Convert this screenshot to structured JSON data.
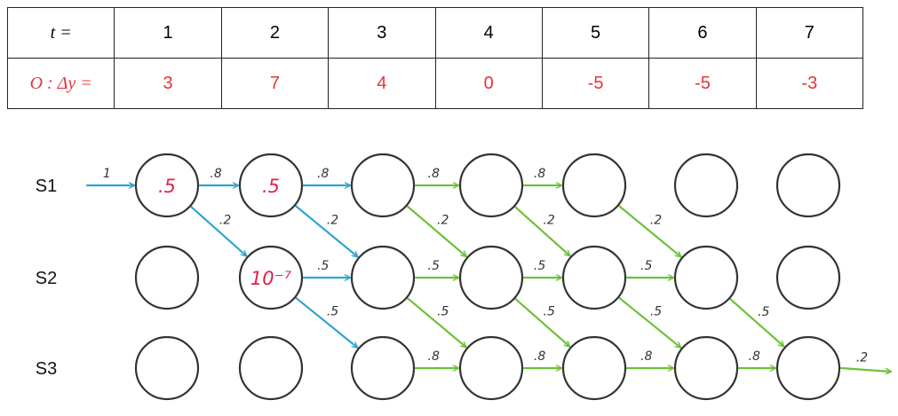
{
  "table": {
    "time_header": "t =",
    "obs_header": "O :  Δy =",
    "times": [
      "1",
      "2",
      "3",
      "4",
      "5",
      "6",
      "7"
    ],
    "observations": [
      "3",
      "7",
      "4",
      "0",
      "-5",
      "-5",
      "-3"
    ]
  },
  "states": [
    "S1",
    "S2",
    "S3"
  ],
  "node_values": [
    {
      "state": 0,
      "t": 0,
      "text": ".5"
    },
    {
      "state": 0,
      "t": 1,
      "text": ".5"
    },
    {
      "state": 1,
      "t": 1,
      "text": "10⁻⁷"
    }
  ],
  "edges": [
    {
      "from": "start",
      "to": [
        0,
        0
      ],
      "label": "1",
      "color": "blue"
    },
    {
      "from": [
        0,
        0
      ],
      "to": [
        0,
        1
      ],
      "label": ".8",
      "color": "blue"
    },
    {
      "from": [
        0,
        0
      ],
      "to": [
        1,
        1
      ],
      "label": ".2",
      "color": "blue"
    },
    {
      "from": [
        0,
        1
      ],
      "to": [
        0,
        2
      ],
      "label": ".8",
      "color": "blue"
    },
    {
      "from": [
        0,
        1
      ],
      "to": [
        1,
        2
      ],
      "label": ".2",
      "color": "blue"
    },
    {
      "from": [
        1,
        1
      ],
      "to": [
        1,
        2
      ],
      "label": ".5",
      "color": "blue"
    },
    {
      "from": [
        1,
        1
      ],
      "to": [
        2,
        2
      ],
      "label": ".5",
      "color": "blue"
    },
    {
      "from": [
        0,
        2
      ],
      "to": [
        0,
        3
      ],
      "label": ".8",
      "color": "green"
    },
    {
      "from": [
        0,
        2
      ],
      "to": [
        1,
        3
      ],
      "label": ".2",
      "color": "green"
    },
    {
      "from": [
        0,
        3
      ],
      "to": [
        0,
        4
      ],
      "label": ".8",
      "color": "green"
    },
    {
      "from": [
        0,
        3
      ],
      "to": [
        1,
        4
      ],
      "label": ".2",
      "color": "green"
    },
    {
      "from": [
        0,
        4
      ],
      "to": [
        1,
        5
      ],
      "label": ".2",
      "color": "green"
    },
    {
      "from": [
        1,
        2
      ],
      "to": [
        1,
        3
      ],
      "label": ".5",
      "color": "green"
    },
    {
      "from": [
        1,
        2
      ],
      "to": [
        2,
        3
      ],
      "label": ".5",
      "color": "green"
    },
    {
      "from": [
        1,
        3
      ],
      "to": [
        1,
        4
      ],
      "label": ".5",
      "color": "green"
    },
    {
      "from": [
        1,
        3
      ],
      "to": [
        2,
        4
      ],
      "label": ".5",
      "color": "green"
    },
    {
      "from": [
        1,
        4
      ],
      "to": [
        1,
        5
      ],
      "label": ".5",
      "color": "green"
    },
    {
      "from": [
        1,
        4
      ],
      "to": [
        2,
        5
      ],
      "label": ".5",
      "color": "green"
    },
    {
      "from": [
        1,
        5
      ],
      "to": [
        2,
        6
      ],
      "label": ".5",
      "color": "green"
    },
    {
      "from": [
        2,
        2
      ],
      "to": [
        2,
        3
      ],
      "label": ".8",
      "color": "green"
    },
    {
      "from": [
        2,
        3
      ],
      "to": [
        2,
        4
      ],
      "label": ".8",
      "color": "green"
    },
    {
      "from": [
        2,
        4
      ],
      "to": [
        2,
        5
      ],
      "label": ".8",
      "color": "green"
    },
    {
      "from": [
        2,
        5
      ],
      "to": [
        2,
        6
      ],
      "label": ".8",
      "color": "green"
    },
    {
      "from": [
        2,
        6
      ],
      "to": "end",
      "label": ".2",
      "color": "green"
    }
  ],
  "colors": {
    "blue": "#2ea6d1",
    "green": "#6cc13a",
    "value": "#e0204a",
    "label": "#333333",
    "node_stroke": "#333333"
  }
}
